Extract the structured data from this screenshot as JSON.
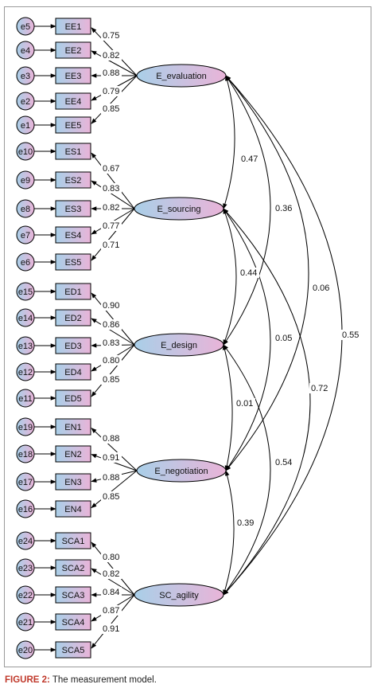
{
  "diagram": {
    "factors": [
      {
        "id": "eval",
        "label": "E_evaluation"
      },
      {
        "id": "sourc",
        "label": "E_sourcing"
      },
      {
        "id": "design",
        "label": "E_design"
      },
      {
        "id": "nego",
        "label": "E_negotiation"
      },
      {
        "id": "sca",
        "label": "SC_agility"
      }
    ],
    "indicators": [
      {
        "label": "EE1",
        "error": "e5",
        "factor": "eval",
        "loading": "0.75"
      },
      {
        "label": "EE2",
        "error": "e4",
        "factor": "eval",
        "loading": "0.82"
      },
      {
        "label": "EE3",
        "error": "e3",
        "factor": "eval",
        "loading": "0.88"
      },
      {
        "label": "EE4",
        "error": "e2",
        "factor": "eval",
        "loading": "0.79"
      },
      {
        "label": "EE5",
        "error": "e1",
        "factor": "eval",
        "loading": "0.85"
      },
      {
        "label": "ES1",
        "error": "e10",
        "factor": "sourc",
        "loading": "0.67"
      },
      {
        "label": "ES2",
        "error": "e9",
        "factor": "sourc",
        "loading": "0.83"
      },
      {
        "label": "ES3",
        "error": "e8",
        "factor": "sourc",
        "loading": "0.82"
      },
      {
        "label": "ES4",
        "error": "e7",
        "factor": "sourc",
        "loading": "0.77"
      },
      {
        "label": "ES5",
        "error": "e6",
        "factor": "sourc",
        "loading": "0.71"
      },
      {
        "label": "ED1",
        "error": "e15",
        "factor": "design",
        "loading": "0.90"
      },
      {
        "label": "ED2",
        "error": "e14",
        "factor": "design",
        "loading": "0.86"
      },
      {
        "label": "ED3",
        "error": "e13",
        "factor": "design",
        "loading": "0.83"
      },
      {
        "label": "ED4",
        "error": "e12",
        "factor": "design",
        "loading": "0.80"
      },
      {
        "label": "ED5",
        "error": "e11",
        "factor": "design",
        "loading": "0.85"
      },
      {
        "label": "EN1",
        "error": "e19",
        "factor": "nego",
        "loading": "0.88"
      },
      {
        "label": "EN2",
        "error": "e18",
        "factor": "nego",
        "loading": "0.91"
      },
      {
        "label": "EN3",
        "error": "e17",
        "factor": "nego",
        "loading": "0.88"
      },
      {
        "label": "EN4",
        "error": "e16",
        "factor": "nego",
        "loading": "0.85"
      },
      {
        "label": "SCA1",
        "error": "e24",
        "factor": "sca",
        "loading": "0.80"
      },
      {
        "label": "SCA2",
        "error": "e23",
        "factor": "sca",
        "loading": "0.82"
      },
      {
        "label": "SCA3",
        "error": "e22",
        "factor": "sca",
        "loading": "0.84"
      },
      {
        "label": "SCA4",
        "error": "e21",
        "factor": "sca",
        "loading": "0.87"
      },
      {
        "label": "SCA5",
        "error": "e20",
        "factor": "sca",
        "loading": "0.91"
      }
    ],
    "correlations": [
      {
        "from": "eval",
        "to": "sourc",
        "value": "0.47"
      },
      {
        "from": "eval",
        "to": "design",
        "value": "0.36"
      },
      {
        "from": "eval",
        "to": "nego",
        "value": "0.06"
      },
      {
        "from": "eval",
        "to": "sca",
        "value": "0.55"
      },
      {
        "from": "sourc",
        "to": "design",
        "value": "0.44"
      },
      {
        "from": "sourc",
        "to": "nego",
        "value": "0.05"
      },
      {
        "from": "sourc",
        "to": "sca",
        "value": "0.72"
      },
      {
        "from": "design",
        "to": "nego",
        "value": "0.01"
      },
      {
        "from": "design",
        "to": "sca",
        "value": "0.54"
      },
      {
        "from": "nego",
        "to": "sca",
        "value": "0.39"
      }
    ],
    "colors": {
      "box_fill_start": "#a9cfe8",
      "box_fill_end": "#e9b4d8",
      "stroke": "#000000"
    }
  },
  "caption": {
    "label": "FIGURE 2:",
    "text": " The measurement model."
  }
}
